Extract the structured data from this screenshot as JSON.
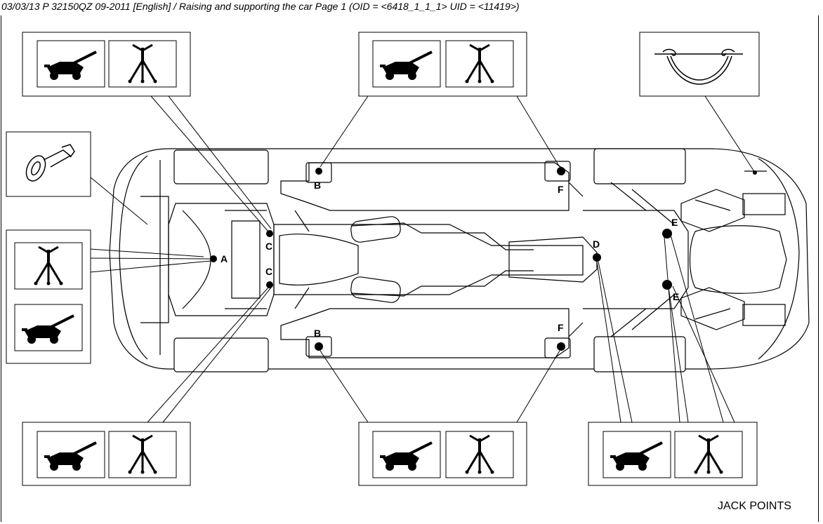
{
  "header": {
    "text": "03/03/13  P 32150QZ 09-2011 [English] / Raising and supporting the car  Page 1  (OID = <6418_1_1_1> UID = <11419>)"
  },
  "footer": {
    "title": "JACK POINTS"
  },
  "points": {
    "A": "A",
    "B_front": "B",
    "B_rear": "B",
    "C_upper": "C",
    "C_lower": "C",
    "D": "D",
    "E_upper": "E",
    "E_lower": "E",
    "F_upper": "F",
    "F_lower": "F"
  },
  "icons": {
    "jack": "trolley-jack-icon",
    "stand": "axle-stand-icon",
    "eye_bolt": "towing-eye-icon",
    "clip": "clip-icon"
  }
}
